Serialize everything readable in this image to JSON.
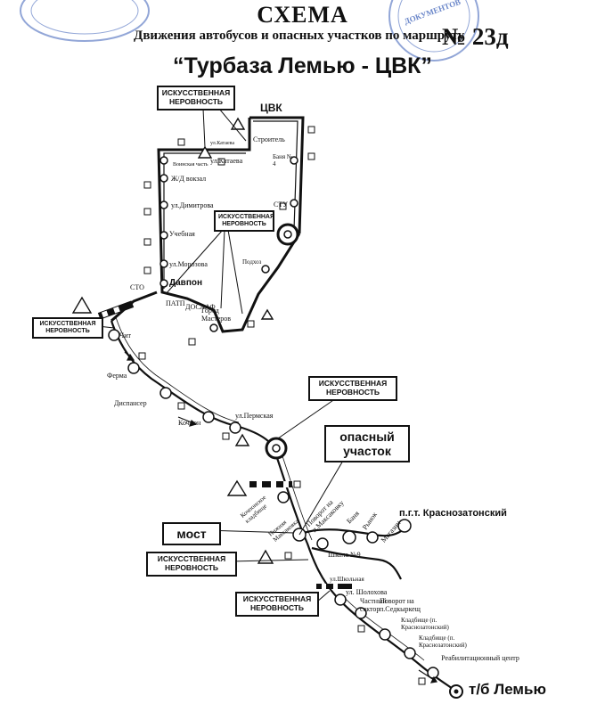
{
  "header": {
    "title": "СХЕМА",
    "subtitle": "Движения автобусов и опасных участков по маршруту",
    "route_number": "№ 23д",
    "route_name": "“Турбаза Лемью - ЦВК”"
  },
  "stamp": {
    "left_text": "",
    "right_text": "ДОКУМЕНТОВ"
  },
  "callouts": {
    "top": "искусственная неровность",
    "center": "искусственная неровность",
    "left": "искусственная неровность",
    "middle_right": "искусственная неровность",
    "lower_left": "искусственная неровность",
    "bottom_left": "искусственная неровность",
    "dangerous": "опасный участок",
    "bridge": "мост"
  },
  "stops": {
    "cvk": "ЦВК",
    "stroitel": "Строитель",
    "katayeva_small": "ул.Катаева",
    "voinskaya": "Воинская часть",
    "katayeva": "ул.Катаева",
    "banya4": "Баня № 4",
    "zhd": "Ж/Д вокзал",
    "dimitrova": "ул.Димитрова",
    "stu": "СТУ",
    "uchebnaya": "Учебная",
    "morozova": "ул.Морозова",
    "podkhoz": "Подхоз",
    "sto": "СТО",
    "davpon": "Давпон",
    "patp": "ПАТП",
    "dosaaf": "ДОСААФ",
    "gorod_masterov": "Город Мастеров",
    "chit": "Чит",
    "ferma": "Ферма",
    "dispanser": "Диспансер",
    "kochpon": "Кочпон",
    "permskaya": "ул.Пермская",
    "kochponskoe": "Кочпонское кладбище",
    "nizhnyaya": "Нижняя Максаковка",
    "povorot_maksakovku": "Поворот на п.Максаковку",
    "banya": "Баня",
    "rynok": "Рынок",
    "magazin": "Магазин",
    "krasnozatonsky": "п.г.т. Краснозатонский",
    "shkola9": "Школа №9",
    "shkolnaya": "ул.Школьная",
    "sholokhova": "ул. Шолохова",
    "chastny": "Частный сектор",
    "povorot_sedkyrkesh": "Поворот на п.Седкыркещ",
    "kladbische1": "Кладбище (п. Краснозатонский)",
    "kladbische2": "Кладбище (п. Краснозатонский)",
    "reabil": "Реабилитационный центр",
    "lemyu": "т/б Лемью"
  },
  "colors": {
    "ink": "#111111",
    "stamp_blue": "#3a5fb8"
  }
}
